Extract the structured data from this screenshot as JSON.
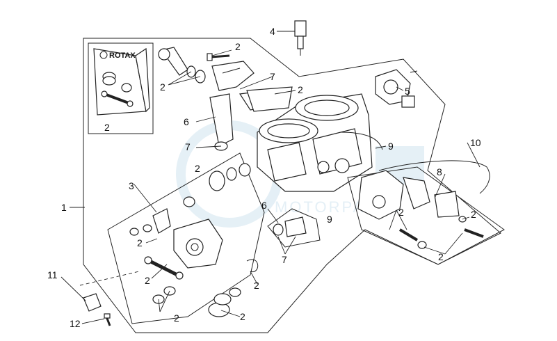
{
  "logo": {
    "brand_text": "ROTAX"
  },
  "callouts": [
    {
      "id": "c1",
      "text": "1"
    },
    {
      "id": "c2a",
      "text": "2"
    },
    {
      "id": "c2b",
      "text": "2"
    },
    {
      "id": "c2c",
      "text": "2"
    },
    {
      "id": "c2d",
      "text": "2"
    },
    {
      "id": "c2e",
      "text": "2"
    },
    {
      "id": "c2f",
      "text": "2"
    },
    {
      "id": "c2g",
      "text": "2"
    },
    {
      "id": "c2h",
      "text": "2"
    },
    {
      "id": "c2i",
      "text": "2"
    },
    {
      "id": "c2j",
      "text": "2"
    },
    {
      "id": "c2k",
      "text": "2"
    },
    {
      "id": "c2l",
      "text": "2"
    },
    {
      "id": "c2m",
      "text": "2"
    },
    {
      "id": "c3",
      "text": "3"
    },
    {
      "id": "c4",
      "text": "4"
    },
    {
      "id": "c5",
      "text": "5"
    },
    {
      "id": "c6a",
      "text": "6"
    },
    {
      "id": "c6b",
      "text": "6"
    },
    {
      "id": "c7a",
      "text": "7"
    },
    {
      "id": "c7b",
      "text": "7"
    },
    {
      "id": "c7c",
      "text": "7"
    },
    {
      "id": "c8",
      "text": "8"
    },
    {
      "id": "c9a",
      "text": "9"
    },
    {
      "id": "c9b",
      "text": "9"
    },
    {
      "id": "c10",
      "text": "10"
    },
    {
      "id": "c11",
      "text": "11"
    },
    {
      "id": "c12",
      "text": "12"
    }
  ],
  "watermark": {
    "text": "MOTORPARTS"
  },
  "colors": {
    "line": "#222222",
    "background": "#ffffff",
    "watermark": "#cfe3ef"
  }
}
